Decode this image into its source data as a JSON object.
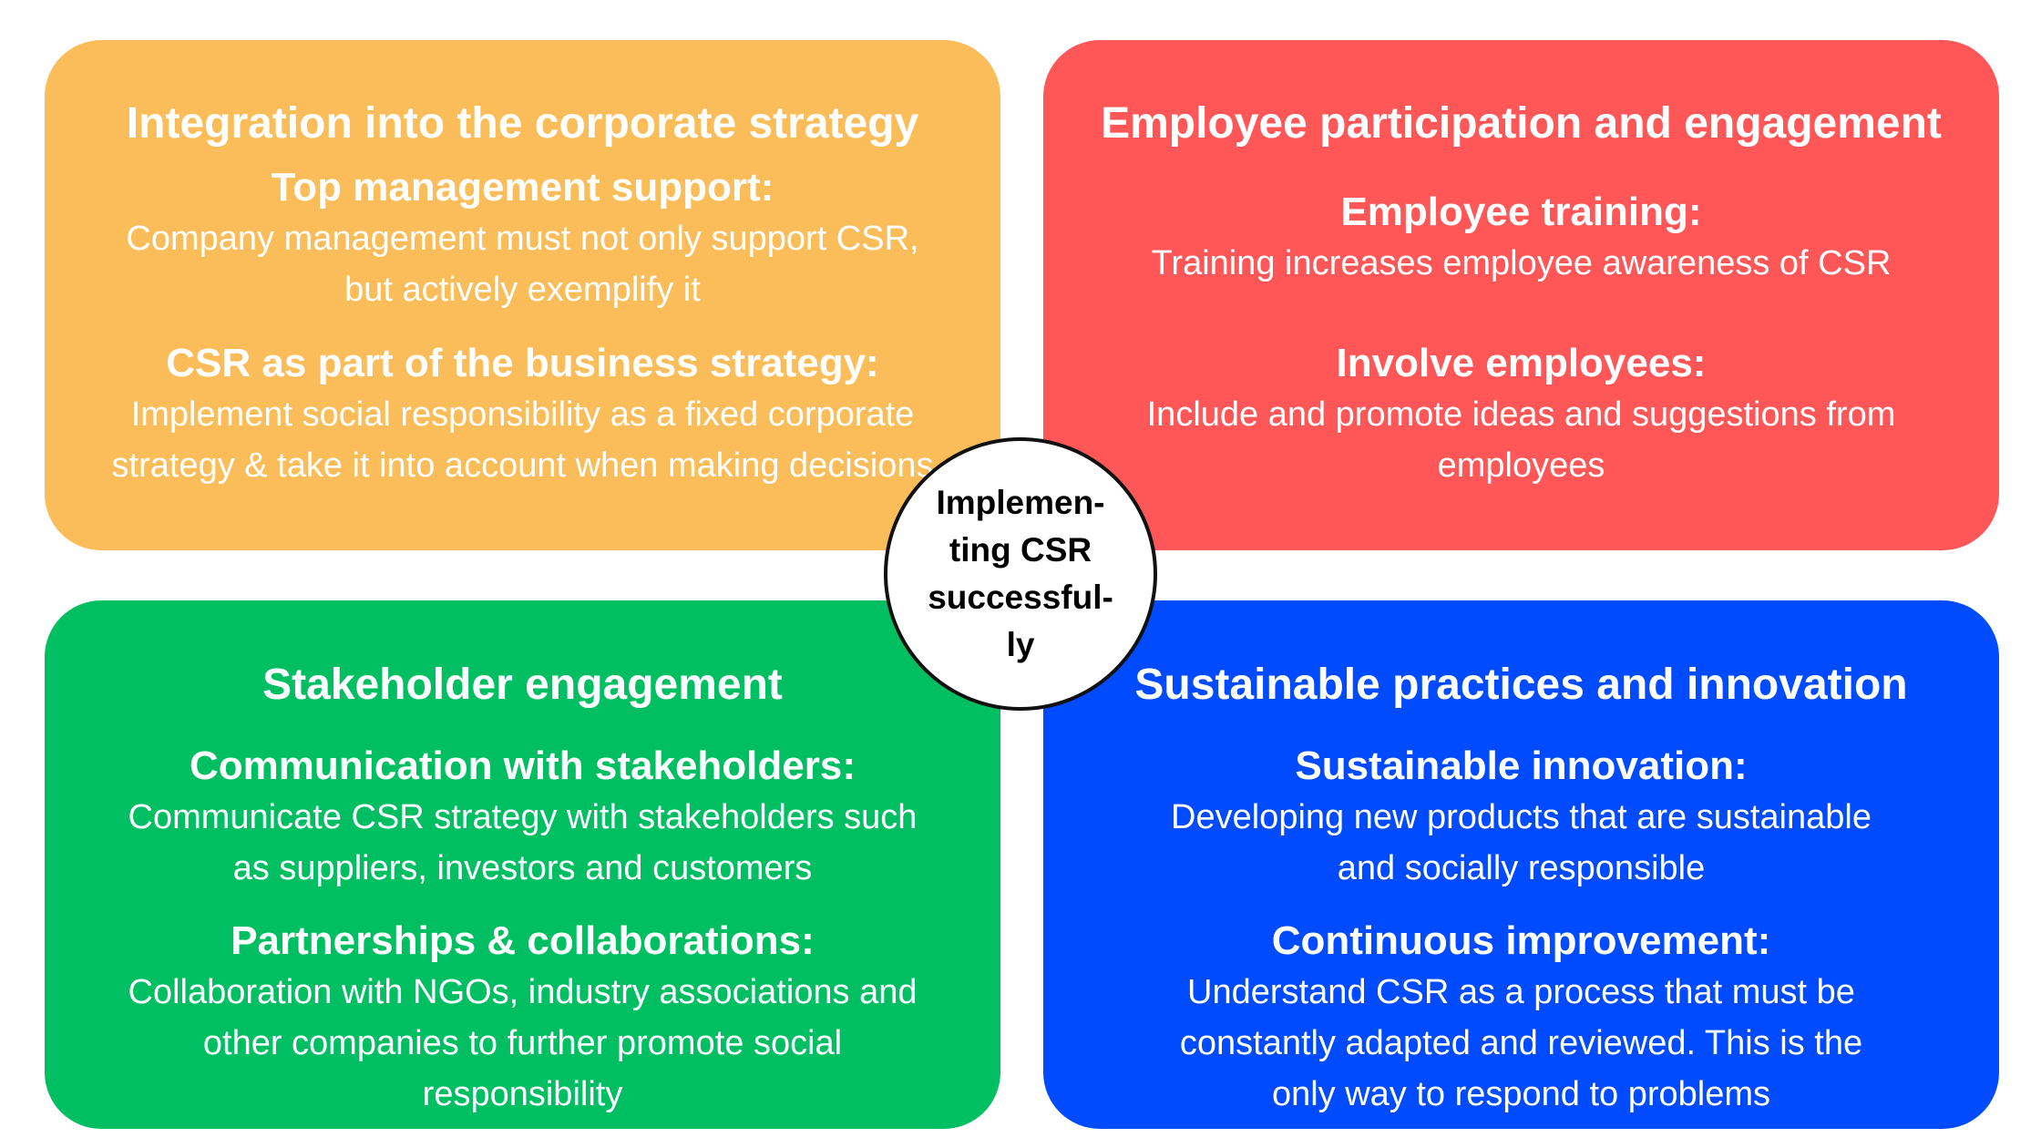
{
  "colors": {
    "integration": "#fbbd5a",
    "employee": "#ff5757",
    "stakeholder": "#00bf63",
    "sustainable": "#004aff",
    "text": "#ffffff"
  },
  "center": {
    "label": "Implemen-\nting CSR\nsuccessful-\nly"
  },
  "quadrants": {
    "integration": {
      "title": "Integration into the corporate strategy",
      "items": [
        {
          "heading": "Top management support:",
          "text": "Company management must not only support CSR, but actively exemplify it"
        },
        {
          "heading": "CSR as part of the business strategy:",
          "text": "Implement social responsibility as a fixed corporate strategy & take it into account when making decisions"
        }
      ]
    },
    "employee": {
      "title": "Employee participation and engagement",
      "items": [
        {
          "heading": "Employee training:",
          "text": "Training increases employee awareness of CSR"
        },
        {
          "heading": "Involve employees:",
          "text": "Include and promote ideas and suggestions from employees"
        }
      ]
    },
    "stakeholder": {
      "title": "Stakeholder engagement",
      "items": [
        {
          "heading": "Communication with stakeholders:",
          "text": "Communicate CSR strategy with stakeholders such as suppliers, investors and customers"
        },
        {
          "heading": "Partnerships & collaborations:",
          "text": "Collaboration with NGOs, industry associations and other companies to further promote social responsibility"
        }
      ]
    },
    "sustainable": {
      "title": "Sustainable practices and innovation",
      "items": [
        {
          "heading": "Sustainable innovation:",
          "text": "Developing new products that are sustainable and socially responsible"
        },
        {
          "heading": "Continuous improvement:",
          "text": "Understand CSR as a process that must be constantly adapted and reviewed. This is the only way to respond to problems"
        }
      ]
    }
  }
}
